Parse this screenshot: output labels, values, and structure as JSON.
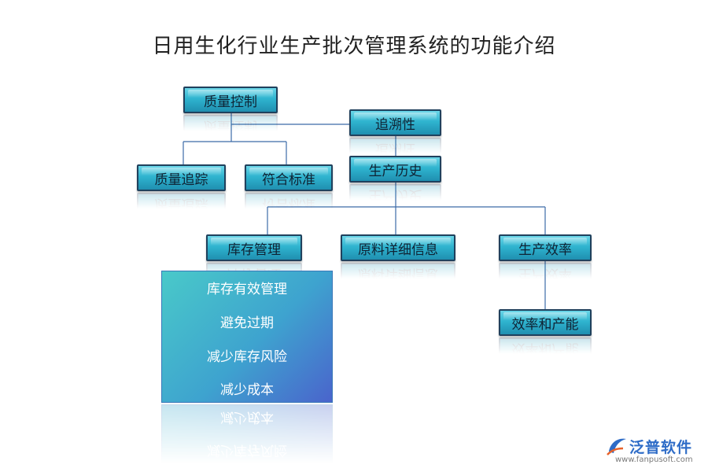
{
  "title": "日用生化行业生产批次管理系统的功能介绍",
  "nodes": {
    "quality_control": "质量控制",
    "traceability": "追溯性",
    "quality_tracking": "质量追踪",
    "compliance": "符合标准",
    "production_history": "生产历史",
    "inventory_management": "库存管理",
    "raw_material_details": "原料详细信息",
    "production_efficiency": "生产效率",
    "efficiency_and_output": "效率和产能"
  },
  "panel": {
    "items": [
      "库存有效管理",
      "避免过期",
      "减少库存风险",
      "减少成本"
    ]
  },
  "logo": {
    "name": "泛普软件",
    "url": "www.fanpusoft.com"
  },
  "colors": {
    "node_fill": "#2fb4cf",
    "node_border": "#20415d",
    "connector": "#3c6aa8",
    "panel_start": "#49c9c9",
    "panel_end": "#4a64cc",
    "logo": "#2e6cc7"
  }
}
